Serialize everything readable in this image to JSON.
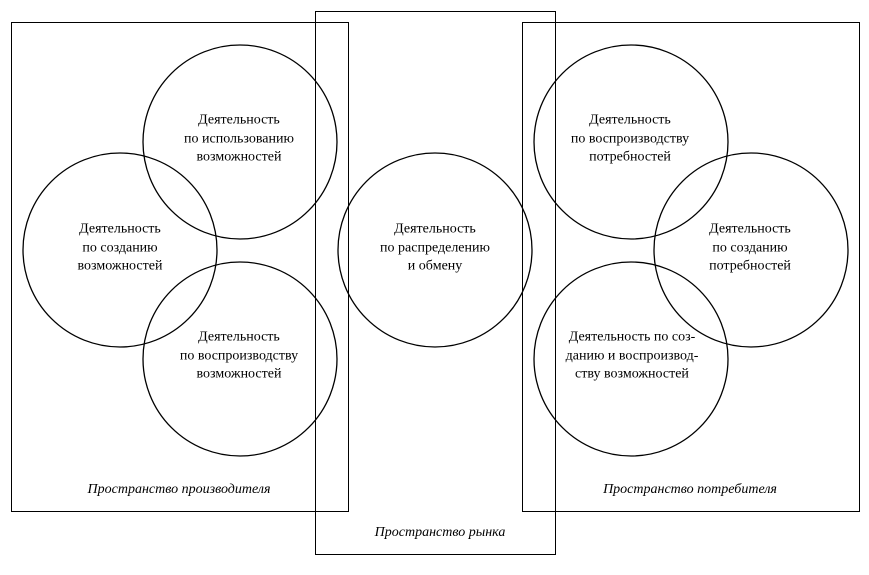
{
  "spaces": {
    "producer": "Пространство производителя",
    "market": "Пространство рынка",
    "consumer": "Пространство потребителя"
  },
  "circles": {
    "producer_use": [
      "Деятельность",
      "по использованию",
      "возможностей"
    ],
    "producer_create": [
      "Деятельность",
      "по созданию",
      "возможностей"
    ],
    "producer_reproduce": [
      "Деятельность",
      "по воспроизводству",
      "возможностей"
    ],
    "market_distribution": [
      "Деятельность",
      "по распределению",
      "и обмену"
    ],
    "consumer_reproduce": [
      "Деятельность",
      "по воспроизводству",
      "потребностей"
    ],
    "consumer_create": [
      "Деятельность",
      "по созданию",
      "потребностей"
    ],
    "consumer_create_reproduce": [
      "Деятельность по соз-",
      "данию и воспроизвод-",
      "ству возможностей"
    ]
  }
}
